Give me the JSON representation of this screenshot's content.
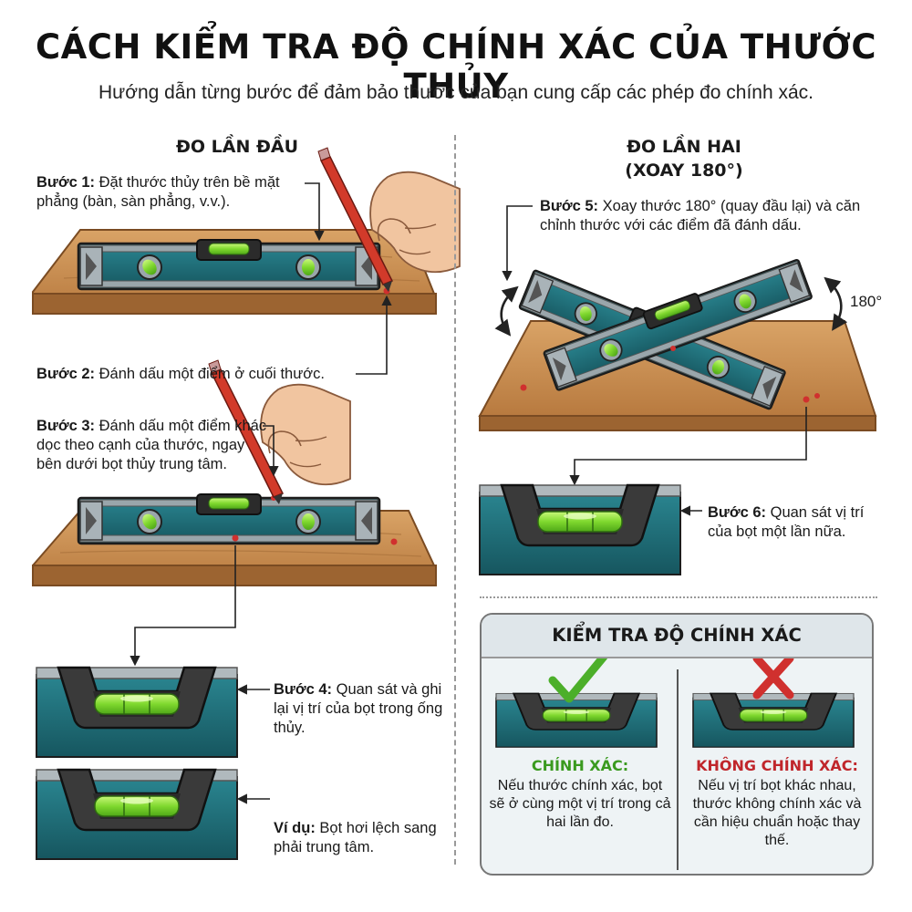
{
  "header": {
    "title": "CÁCH KIỂM TRA ĐỘ CHÍNH XÁC CỦA THƯỚC THỦY",
    "subtitle": "Hướng dẫn từng bước để đảm bảo thước của bạn cung cấp các phép đo chính xác."
  },
  "first_measure": {
    "heading": "ĐO LẦN ĐẦU",
    "steps": [
      {
        "label": "Bước 1:",
        "text": "Đặt thước thủy trên bề mặt phẳng (bàn, sàn phẳng, v.v.)."
      },
      {
        "label": "Bước 2:",
        "text": "Đánh dấu một điểm ở cuối thước."
      },
      {
        "label": "Bước 3:",
        "text": "Đánh dấu một điểm khác dọc theo cạnh của thước, ngay bên dưới bọt thủy trung tâm."
      },
      {
        "label": "Bước 4:",
        "text": "Quan sát và ghi lại vị trí của bọt trong ống thủy."
      }
    ],
    "example": {
      "label": "Ví dụ:",
      "text": "Bọt hơi lệch sang phải trung tâm."
    }
  },
  "second_measure": {
    "heading_line1": "ĐO LẦN HAI",
    "heading_line2": "(XOAY 180°)",
    "rotation_label": "180°",
    "steps": [
      {
        "label": "Bước 5:",
        "text": "Xoay thước 180° (quay đầu lại) và căn chỉnh thước với các điểm đã đánh dấu."
      },
      {
        "label": "Bước 6:",
        "text": "Quan sát vị trí của bọt một lần nữa."
      }
    ]
  },
  "accuracy_check": {
    "heading": "KIỂM TRA ĐỘ CHÍNH XÁC",
    "correct": {
      "label": "CHÍNH XÁC:",
      "text": "Nếu thước chính xác, bọt sẽ ở cùng một vị trí trong cả hai lần đo."
    },
    "incorrect": {
      "label": "KHÔNG CHÍNH XÁC:",
      "text": "Nếu vị trí bọt khác nhau, thước không chính xác và cần hiệu chuẩn hoặc thay thế."
    }
  },
  "colors": {
    "level_body": "#1f6f7a",
    "wood": "#c98b4f",
    "bubble": "#8ee03a",
    "check": "#4caf2a",
    "cross": "#d0302e",
    "pencil": "#d23a2a"
  }
}
